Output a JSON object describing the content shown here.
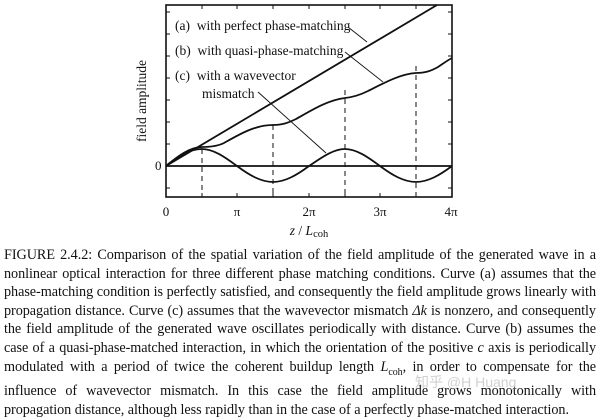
{
  "figure": {
    "y_axis_label": "field amplitude",
    "x_axis_label_main": "z",
    "x_axis_label_sep": " / ",
    "x_axis_label_L": "L",
    "x_axis_label_sub": "coh",
    "y_zero_label": "0",
    "x_ticks": [
      "0",
      "π",
      "2π",
      "3π",
      "4π"
    ],
    "annotations": {
      "a": "(a)  with perfect phase-matching",
      "b": "(b)  with quasi-phase-matching",
      "c_line1": "(c)  with a wavevector",
      "c_line2": "mismatch"
    }
  },
  "chart_data": {
    "type": "line",
    "title": "",
    "xlabel": "z / L_coh",
    "ylabel": "field amplitude",
    "x_ticks": [
      "0",
      "π",
      "2π",
      "3π",
      "4π"
    ],
    "xlim": [
      0,
      12.566
    ],
    "y_ticks": [
      "0"
    ],
    "grid": false,
    "legend_position": "inline annotations, upper-left",
    "vertical_dashed_lines_at": [
      "π/2",
      "3π/2",
      "5π/2",
      "7π/2"
    ],
    "series": [
      {
        "name": "(a) with perfect phase-matching",
        "shape": "linear growth",
        "x": [
          0,
          3.1416,
          6.2832,
          9.4248,
          11.9
        ],
        "y": [
          0,
          2.0,
          4.0,
          6.0,
          7.6
        ]
      },
      {
        "name": "(b) with quasi-phase-matching",
        "shape": "monotonic stepwise growth",
        "x": [
          0,
          1.5708,
          3.1416,
          4.7124,
          6.2832,
          7.854,
          9.4248,
          10.9956,
          12.566
        ],
        "y": [
          0,
          0.88,
          1.35,
          1.95,
          2.6,
          3.2,
          3.85,
          4.45,
          5.1
        ]
      },
      {
        "name": "(c) with a wavevector mismatch",
        "shape": "periodic oscillation",
        "x": [
          0,
          1.5708,
          3.1416,
          4.7124,
          6.2832,
          7.854,
          9.4248,
          10.9956,
          12.566
        ],
        "y": [
          0,
          0.8,
          0,
          -0.8,
          0,
          0.8,
          0,
          -0.8,
          0
        ]
      }
    ]
  },
  "caption": {
    "figure_number": "FIGURE 2.4.2:",
    "text_1": " Comparison of the spatial variation of the field amplitude of the generated wave in a nonlinear optical interaction for three different phase matching conditions. Curve (a) assumes that the phase-matching condition is perfectly satisfied, and consequently the field amplitude grows linearly with propagation distance. Curve (c) assumes that the wavevector mismatch ",
    "delta_k": "Δk",
    "text_2": " is nonzero, and consequently the field amplitude of the generated wave oscillates periodically with distance. Curve (b) assumes the case of a quasi-phase-matched interaction, in which the orientation of the positive ",
    "c_axis": "c",
    "text_3": " axis is periodically modulated with a period of twice the coherent buildup length ",
    "L": "L",
    "L_sub": "coh",
    "text_4": ", in order to compensate for the influence of wavevector mismatch. In this case the field amplitude grows monotonically with propagation distance, although less rapidly than in the case of a perfectly phase-matched interaction."
  },
  "watermark": "知乎 @H Huang"
}
